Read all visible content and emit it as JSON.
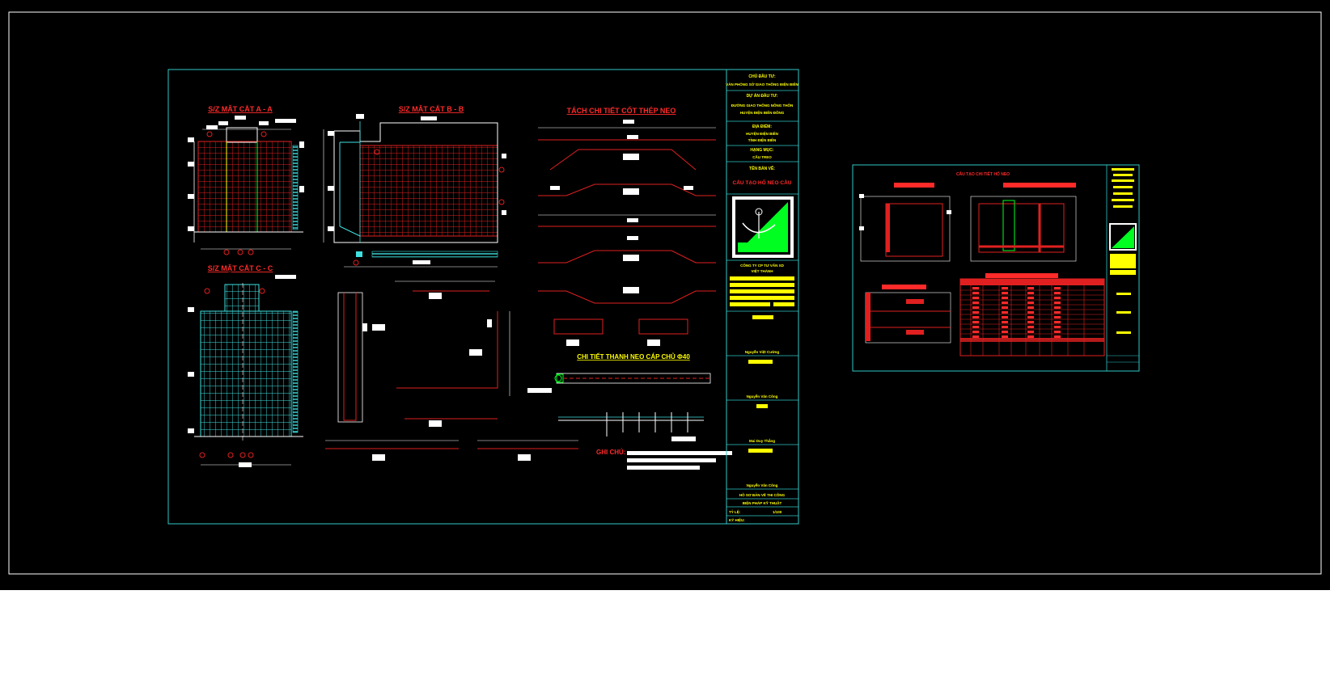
{
  "colors": {
    "background": "#000000",
    "frame": "#ffffff",
    "border": "#30c8c8",
    "rebar": "#e02020",
    "cyan_rebar": "#40e0e0",
    "title_text": "#ff2a2a",
    "titleblock_text": "#ffff00",
    "logo_green": "#00ff20",
    "page_below": "#ffffff"
  },
  "sheet1": {
    "section_aa": "S/Z MẶT CẮT A - A",
    "section_bb": "S/Z MẶT CẮT B - B",
    "section_cc": "S/Z MẶT CẮT C - C",
    "rebar_detail_title": "TÁCH CHI TIẾT CỐT THÉP NEO",
    "cable_detail_title": "CHI TIẾT THANH NEO CÁP CHỦ Ф40",
    "notes_label": "GHI CHÚ:"
  },
  "title_block": {
    "investor_label": "CHỦ ĐẦU TƯ:",
    "investor_name": "VĂN PHÒNG SỞ GIAO THÔNG ĐIỆN BIÊN",
    "project_label": "DỰ ÁN ĐẦU TƯ:",
    "project_line1": "ĐƯỜNG GIAO THÔNG NÔNG THÔN",
    "project_line2": "HUYỆN ĐIỆN BIÊN ĐÔNG",
    "location_label": "ĐỊA ĐIỂM:",
    "location_line1": "HUYỆN ĐIỆN BIÊN",
    "location_line2": "TỈNH ĐIỆN BIÊN",
    "item_label": "HẠNG MỤC:",
    "item_name": "CẦU TREO",
    "drawing_label": "TÊN BẢN VẼ:",
    "drawing_name": "CẤU TẠO HỐ NEO CẦU",
    "company_line1": "CÔNG TY CP TƯ VẤN XD",
    "company_line2": "VIỆT THÀNH",
    "person1": "Nguyễn Việt Cường",
    "person2": "Nguyễn Văn Công",
    "person3": "Mai Duy Thắng",
    "person4": "Nguyễn Văn Công",
    "footer_line1": "HỒ SƠ BẢN VẼ THI CÔNG",
    "footer_line2": "BIỆN PHÁP KỸ THUẬT",
    "scale_label": "TỶ LỆ:",
    "scale_value": "1/100",
    "sheet_label": "KÝ HIỆU:"
  },
  "sheet2": {
    "title": "CẤU TẠO CHI TIẾT HỐ NEO"
  }
}
